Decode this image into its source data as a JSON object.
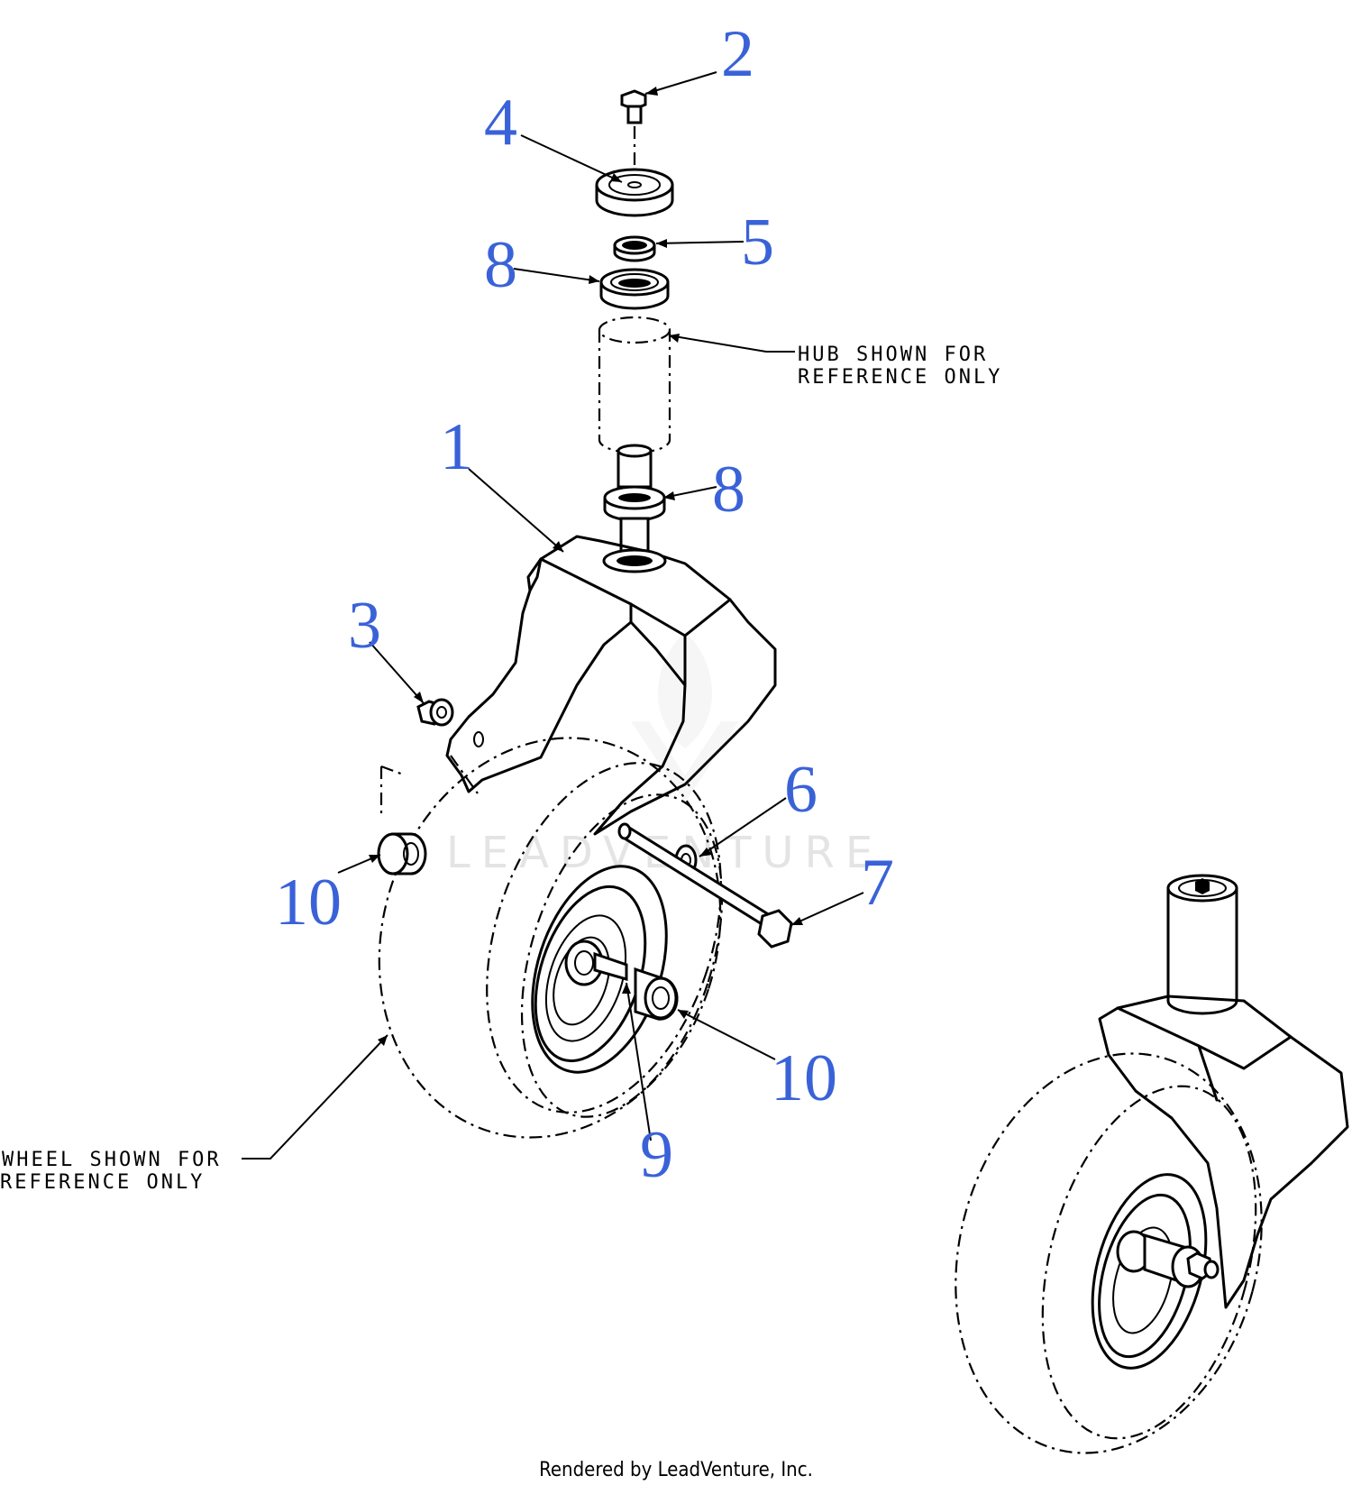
{
  "accent_color": "#3a62d8",
  "callouts": [
    {
      "id": "2",
      "label": "2"
    },
    {
      "id": "4",
      "label": "4"
    },
    {
      "id": "5",
      "label": "5"
    },
    {
      "id": "8a",
      "label": "8"
    },
    {
      "id": "1",
      "label": "1"
    },
    {
      "id": "8b",
      "label": "8"
    },
    {
      "id": "3",
      "label": "3"
    },
    {
      "id": "6",
      "label": "6"
    },
    {
      "id": "7",
      "label": "7"
    },
    {
      "id": "10a",
      "label": "10"
    },
    {
      "id": "10b",
      "label": "10"
    },
    {
      "id": "9",
      "label": "9"
    }
  ],
  "notes": {
    "hub_line1": "HUB SHOWN FOR",
    "hub_line2": "REFERENCE ONLY",
    "wheel_line1": "WHEEL SHOWN FOR",
    "wheel_line2": "REFERENCE ONLY"
  },
  "watermark": "LEADVENTURE",
  "footer": "Rendered by LeadVenture, Inc."
}
